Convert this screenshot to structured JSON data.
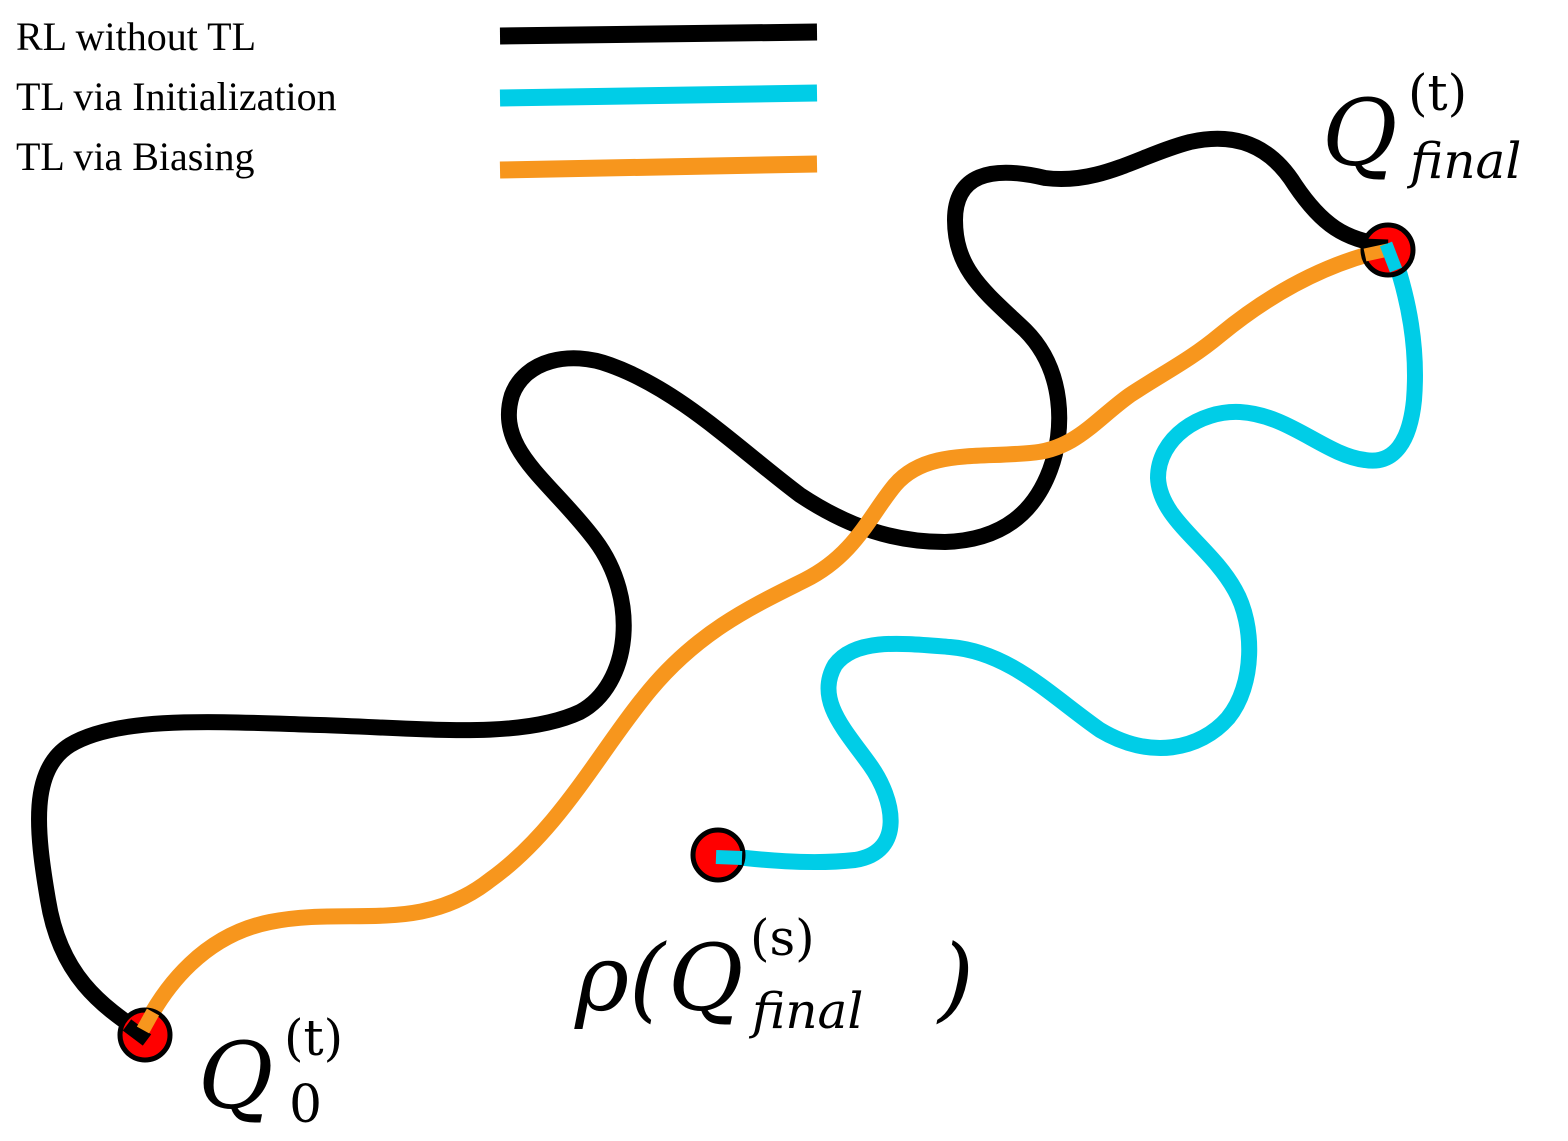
{
  "colors": {
    "rl_without_tl": "#000000",
    "tl_initialization": "#00cde7",
    "tl_biasing": "#f7961d",
    "marker_fill": "#ff0000",
    "marker_stroke": "#000000"
  },
  "legend": [
    {
      "label": "RL  without  TL",
      "series": "rl_without_tl"
    },
    {
      "label": "TL  via  Initialization",
      "series": "tl_initialization"
    },
    {
      "label": "TL  via  Biasing",
      "series": "tl_biasing"
    }
  ],
  "nodes": {
    "start": {
      "symbol": "Q",
      "superscript": "(t)",
      "subscript": "0"
    },
    "goal": {
      "symbol": "Q",
      "superscript": "(t)",
      "subscript": "final"
    },
    "source": {
      "prefix": "ρ(",
      "symbol": "Q",
      "superscript": "(s)",
      "subscript": "final",
      "suffix": ")"
    }
  }
}
